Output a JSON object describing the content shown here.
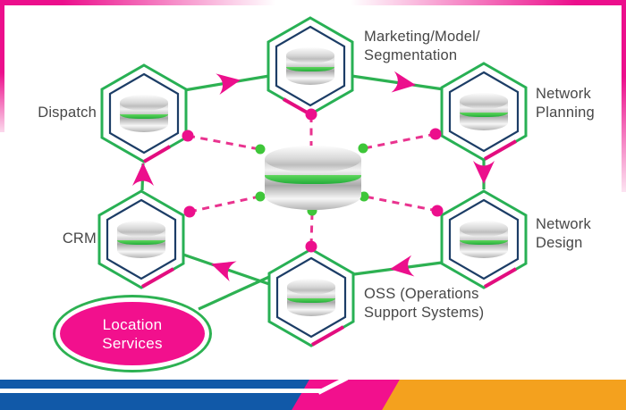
{
  "diagram": {
    "nodes": [
      {
        "id": "dispatch",
        "type": "hexagon-database",
        "label_lines": [
          "Dispatch"
        ],
        "label_side": "left"
      },
      {
        "id": "marketing-model-segmentation",
        "type": "hexagon-database",
        "label_lines": [
          "Marketing/Model/",
          "Segmentation"
        ],
        "label_side": "right"
      },
      {
        "id": "network-planning",
        "type": "hexagon-database",
        "label_lines": [
          "Network",
          "Planning"
        ],
        "label_side": "right"
      },
      {
        "id": "network-design",
        "type": "hexagon-database",
        "label_lines": [
          "Network",
          "Design"
        ],
        "label_side": "right"
      },
      {
        "id": "crm",
        "type": "hexagon-database",
        "label_lines": [
          "CRM"
        ],
        "label_side": "left"
      },
      {
        "id": "oss",
        "type": "hexagon-database",
        "label_lines": [
          "OSS (Operations",
          "Support Systems)"
        ],
        "label_side": "right"
      },
      {
        "id": "location-services",
        "type": "ellipse",
        "label_lines": [
          "Location",
          "Services"
        ],
        "label_side": "inside"
      }
    ],
    "hub": {
      "id": "central-database",
      "icon": "database-icon"
    },
    "flow_edges": [
      {
        "from": "dispatch",
        "to": "marketing-model-segmentation"
      },
      {
        "from": "marketing-model-segmentation",
        "to": "network-planning"
      },
      {
        "from": "network-planning",
        "to": "network-design"
      },
      {
        "from": "network-design",
        "to": "oss"
      },
      {
        "from": "oss",
        "to": "crm"
      },
      {
        "from": "crm",
        "to": "dispatch"
      },
      {
        "from": "location-services",
        "to": "oss"
      }
    ],
    "hub_links": [
      "dispatch",
      "marketing-model-segmentation",
      "network-planning",
      "crm",
      "network-design",
      "oss"
    ],
    "colors": {
      "line_green": "#2db152",
      "hex_navy": "#1c3d66",
      "arrow_magenta": "#ec0f8c",
      "dashed_pink": "#e9338f",
      "dot_green": "#3ec639",
      "label_text": "#474747",
      "ellipse_fill": "#f2108d",
      "footer_blue": "#1159a8",
      "footer_pink": "#f2108d",
      "footer_orange": "#f4a11e"
    }
  }
}
